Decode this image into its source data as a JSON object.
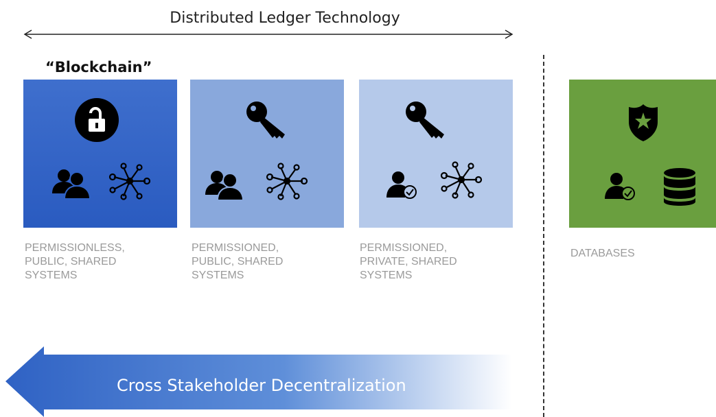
{
  "header": {
    "title": "Distributed Ledger Technology"
  },
  "blockchain_label": "“Blockchain”",
  "tiles": [
    {
      "caption": "PERMISSIONLESS,\nPUBLIC, SHARED\nSYSTEMS",
      "icons": [
        "unlocked-padlock-icon",
        "users-group-icon",
        "network-nodes-icon"
      ]
    },
    {
      "caption": "PERMISSIONED,\nPUBLIC, SHARED\nSYSTEMS",
      "icons": [
        "key-icon",
        "users-group-icon",
        "network-nodes-icon"
      ]
    },
    {
      "caption": "PERMISSIONED,\nPRIVATE, SHARED\nSYSTEMS",
      "icons": [
        "key-icon",
        "verified-user-icon",
        "network-nodes-icon"
      ]
    },
    {
      "caption": "DATABASES",
      "icons": [
        "police-badge-icon",
        "verified-user-icon",
        "database-icon"
      ]
    }
  ],
  "bottom_arrow": {
    "label": "Cross Stakeholder Decentralization"
  },
  "colors": {
    "tile1": "#2f62c4",
    "tile2": "#89a8dc",
    "tile3": "#b5c9ea",
    "tile4": "#6a9f3f"
  }
}
